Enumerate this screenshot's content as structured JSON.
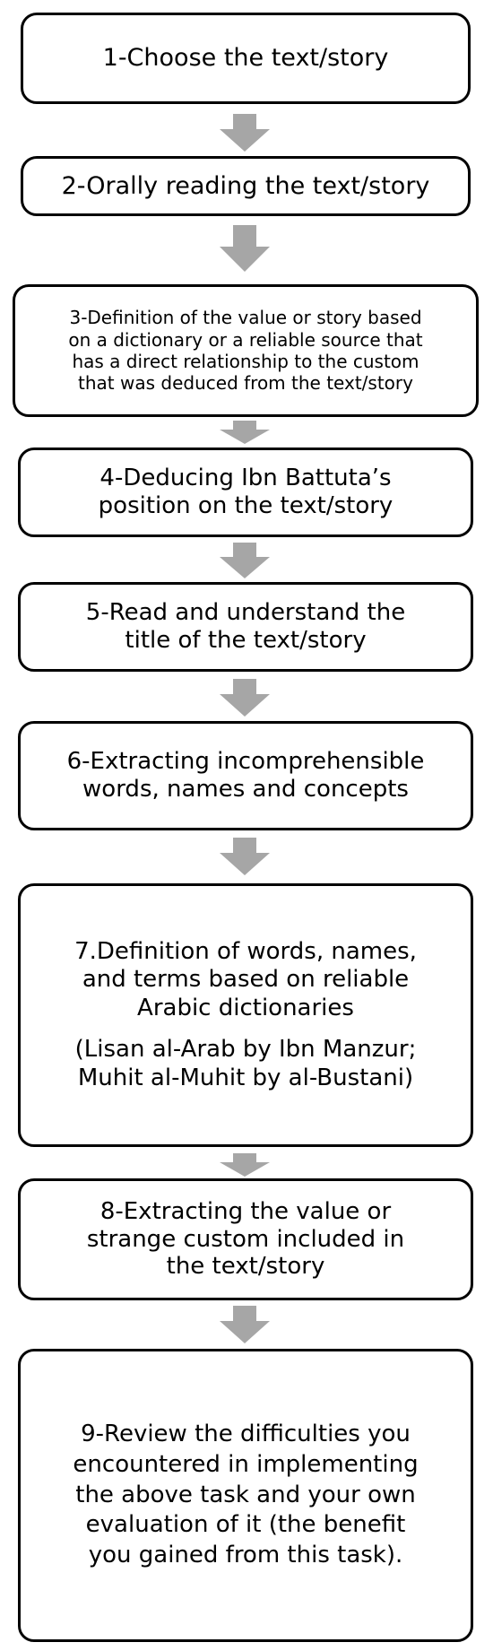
{
  "colors": {
    "box_border": "#000000",
    "arrow_fill": "#a6a6a6",
    "background": "#ffffff"
  },
  "steps": [
    {
      "lines": [
        "1-Choose the text/story"
      ]
    },
    {
      "lines": [
        "2-Orally reading the text/story"
      ]
    },
    {
      "lines": [
        "3-Definition of the value or story based",
        "on a dictionary or a reliable source that",
        "has a direct relationship to the custom",
        "that was deduced from the text/story"
      ]
    },
    {
      "lines": [
        "4-Deducing Ibn Battuta’s",
        "position on the text/story"
      ]
    },
    {
      "lines": [
        "5-Read and understand the",
        "title of the text/story"
      ]
    },
    {
      "lines": [
        "6-Extracting incomprehensible",
        "words, names and concepts"
      ]
    },
    {
      "lines": [
        "7.Definition of words, names,",
        "and terms based on reliable",
        "Arabic dictionaries",
        "(Lisan al-Arab by Ibn Manzur;",
        "Muhit al-Muhit by al-Bustani)"
      ]
    },
    {
      "lines": [
        "8-Extracting the value or",
        "strange custom included in",
        "the text/story"
      ]
    },
    {
      "lines": [
        "9-Review the difficulties you",
        "encountered in implementing",
        "the above task and your own",
        "evaluation of it (the benefit",
        "you gained from this task)."
      ]
    }
  ]
}
